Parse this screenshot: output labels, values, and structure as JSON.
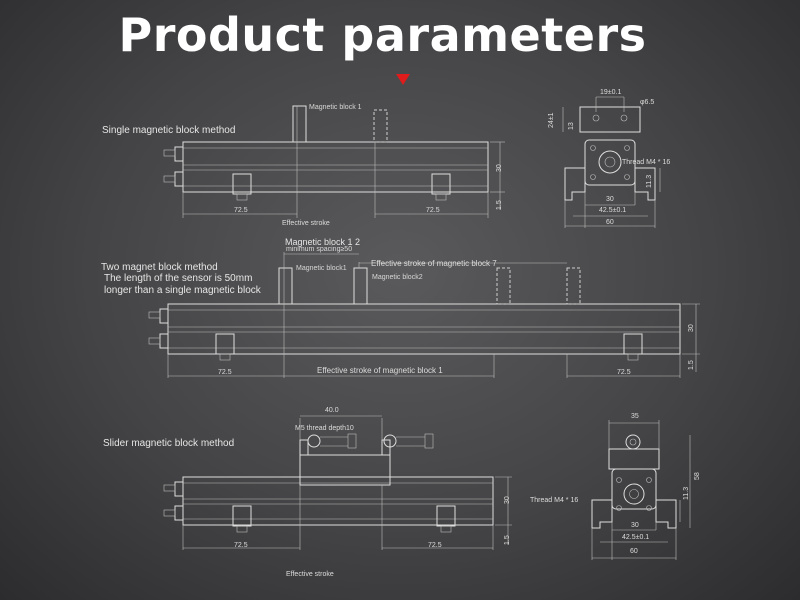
{
  "title": "Product parameters",
  "sections": {
    "single": {
      "label": "Single magnetic block method",
      "magnet_label": "Magnetic block 1",
      "dim_left": "72.5",
      "dim_right": "72.5",
      "stroke": "Effective stroke",
      "height": "30",
      "offset": "1.5"
    },
    "side_view_top": {
      "dim_19": "19±0.1",
      "dim_hole": "φ6.5",
      "dim_24": "24±1",
      "dim_13": "13",
      "thread": "Thread M4 * 16",
      "dim_11": "11.3",
      "dim_30": "30",
      "dim_42": "42.5±0.1",
      "dim_60": "60"
    },
    "two": {
      "label_line1": "Two magnet block method",
      "label_line2": "The length of the sensor is 50mm",
      "label_line3": "longer than a single magnetic block",
      "spacing_line1": "Magnetic block 1 2",
      "spacing_line2": "minimum spacing≥50",
      "magnet1": "Magnetic block1",
      "magnet2": "Magnetic block2",
      "stroke7": "Effective stroke of magnetic block 7",
      "stroke1": "Effective stroke of magnetic block 1",
      "dim_left": "72.5",
      "dim_right": "72.5",
      "height": "30",
      "offset": "1.5"
    },
    "slider": {
      "label": "Slider magnetic block method",
      "dim_40": "40.0",
      "thread_m5": "M5 thread depth10",
      "dim_left": "72.5",
      "dim_right": "72.5",
      "height": "30",
      "offset": "1.5",
      "stroke": "Effective stroke"
    },
    "side_view_bottom": {
      "dim_35": "35",
      "thread": "Thread M4 * 16",
      "dim_58": "58",
      "dim_11": "11.3",
      "dim_30": "30",
      "dim_42": "42.5±0.1",
      "dim_60": "60"
    }
  }
}
